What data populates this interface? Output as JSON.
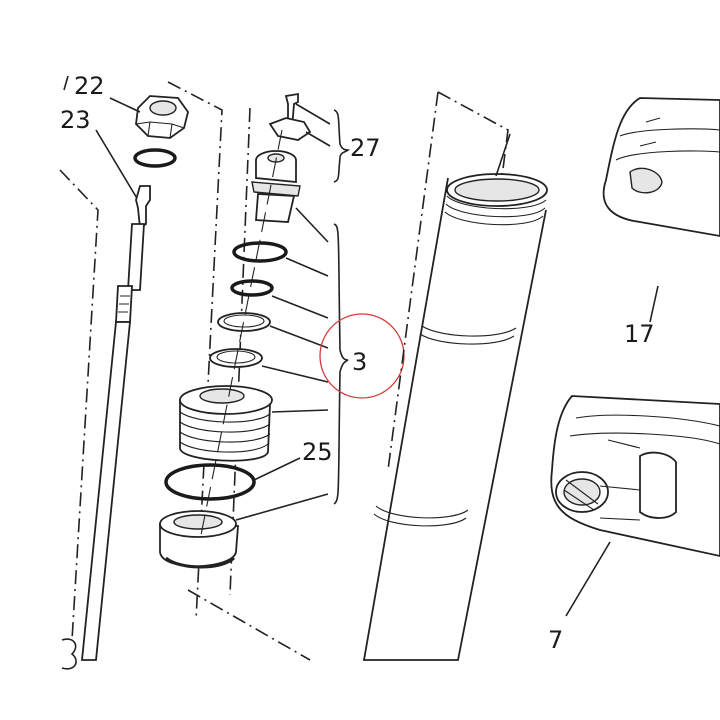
{
  "callouts": {
    "c22": "22",
    "c23": "23",
    "c27": "27",
    "c3": "3",
    "c25": "25",
    "c17": "17",
    "c7": "7"
  },
  "highlight_color": "#d33b3b",
  "line_color": "#222222"
}
